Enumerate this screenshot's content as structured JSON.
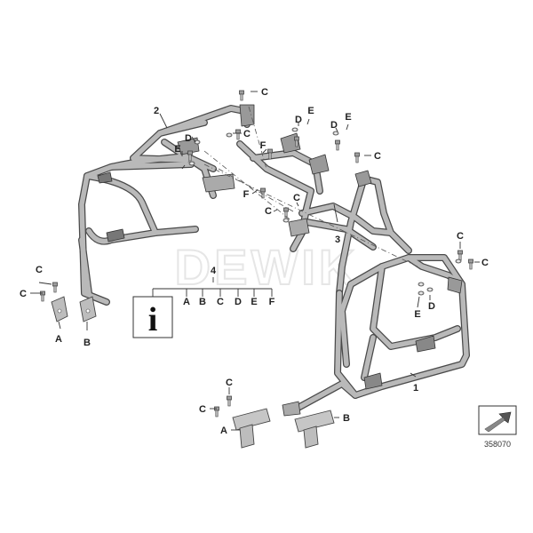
{
  "labels": {
    "p1": "1",
    "p2": "2",
    "p3": "3",
    "p4": "4",
    "A": "A",
    "B": "B",
    "C": "C",
    "D": "D",
    "E": "E",
    "F": "F"
  },
  "info_box": {
    "glyph": "i",
    "items": [
      "A",
      "B",
      "C",
      "D",
      "E",
      "F"
    ]
  },
  "watermark": "DEWIK",
  "ref_number": "358070",
  "colors": {
    "part_fill": "#b9b9b9",
    "part_stroke": "#4a4a4a",
    "line": "#333333"
  }
}
